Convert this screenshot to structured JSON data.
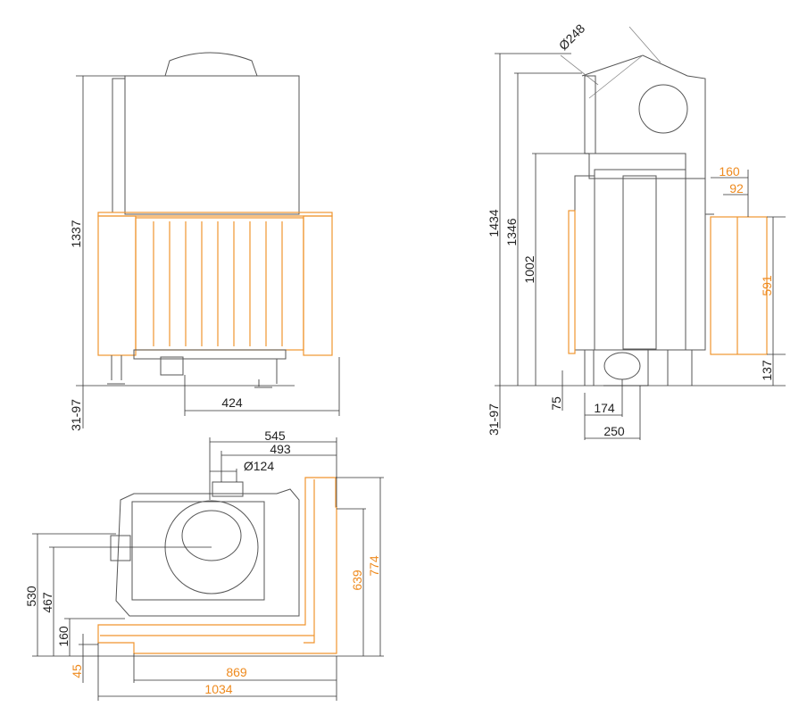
{
  "front_view": {
    "height_total": "1337",
    "leg_adjust": "31-97",
    "width_offset": "424"
  },
  "side_view": {
    "flue_diameter": "Ø248",
    "height_total": "1434",
    "height_body": "1346",
    "height_opening": "1002",
    "frame_depth": "160",
    "frame_inner": "92",
    "glass_height": "591",
    "glass_base": "137",
    "leg_height": "75",
    "depth_174": "174",
    "depth_250": "250",
    "leg_adjust": "31-97"
  },
  "top_view": {
    "width_545": "545",
    "width_493": "493",
    "air_inlet_diameter": "Ø124",
    "depth_530": "530",
    "depth_467": "467",
    "depth_160": "160",
    "offset_45": "45",
    "width_869": "869",
    "width_1034": "1034",
    "side_639": "639",
    "side_774": "774"
  },
  "colors": {
    "frame": "#f0952f",
    "lines": "#555555"
  }
}
